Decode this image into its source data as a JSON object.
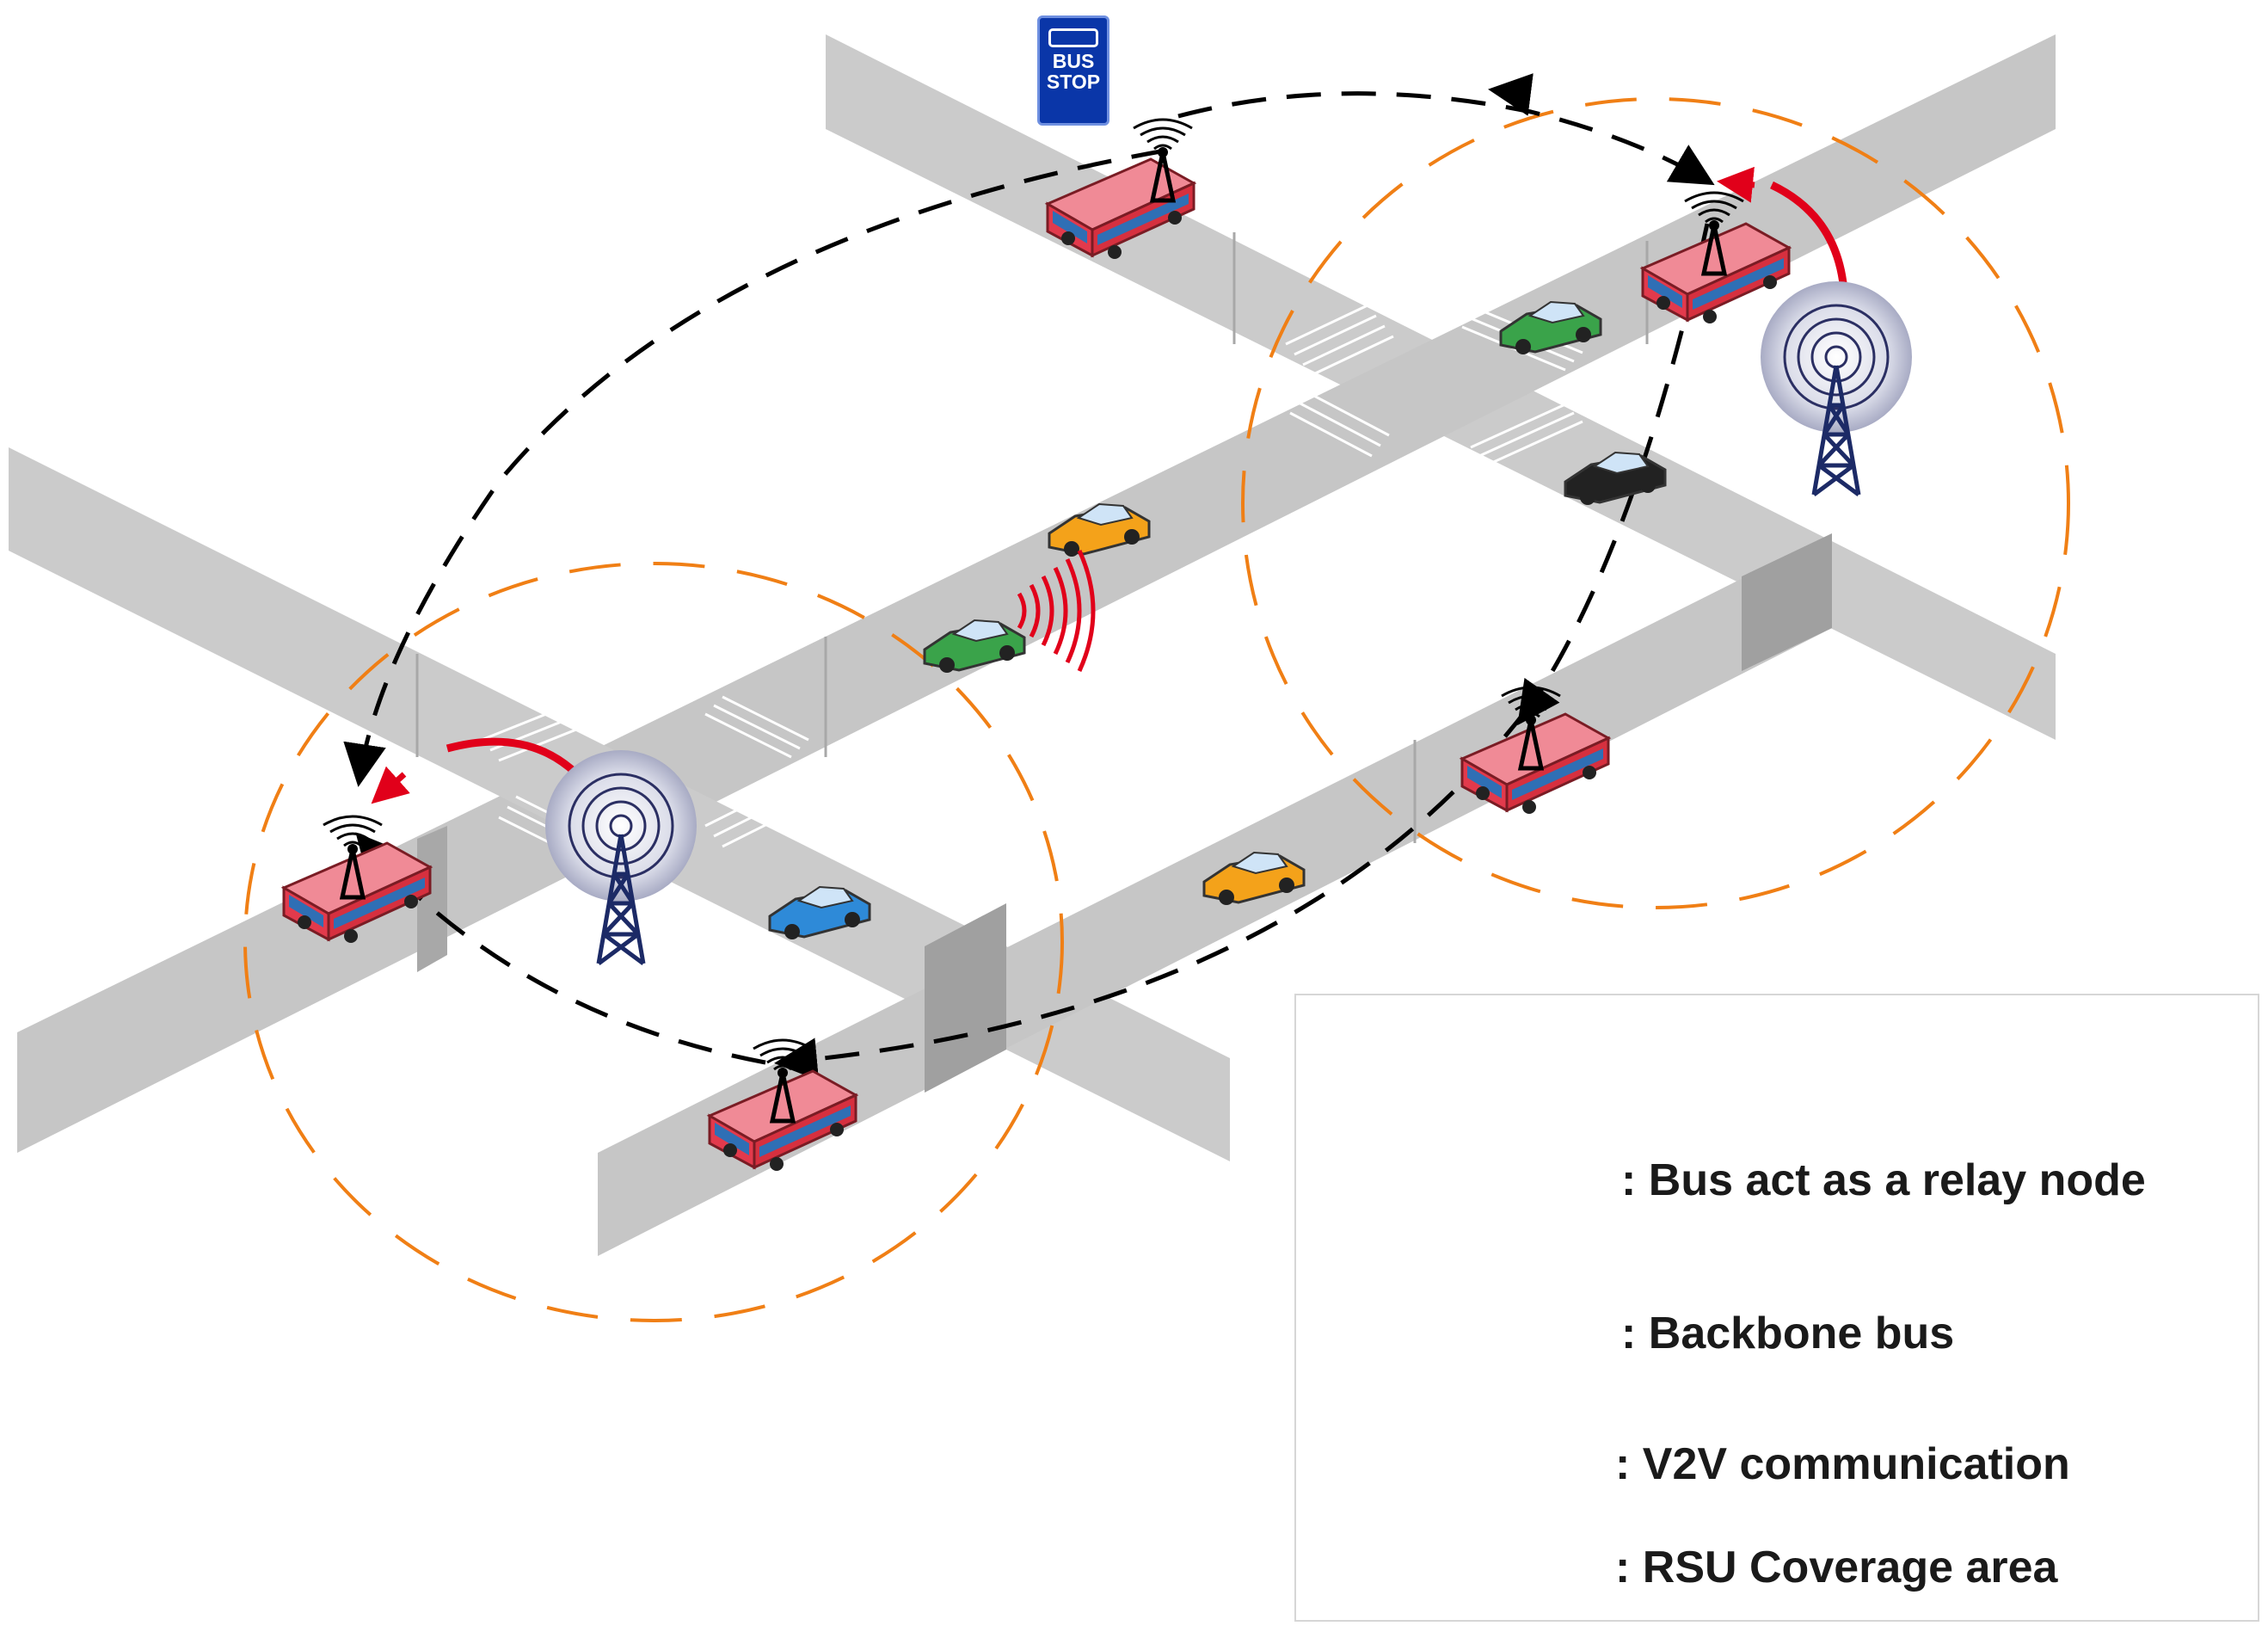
{
  "bus_stop": {
    "line1": "BUS",
    "line2": "STOP"
  },
  "legend": {
    "relay": ": Bus act as a relay node",
    "backbone": ": Backbone bus",
    "v2v": ": V2V communication",
    "coverage": ": RSU Coverage area"
  },
  "colors": {
    "road": "#c8c8c8",
    "road_side": "#9a9a9a",
    "coverage": "#f07f15",
    "signal": "#e1001a",
    "backbone_link": "#000000",
    "tower": "#1c2a66",
    "bus": "#e84d5d",
    "legend_circle": "#1c2a66"
  },
  "icons": [
    "bus-stop-sign-icon",
    "bus-icon",
    "car-icon",
    "rsu-tower-icon",
    "antenna-icon",
    "signal-waves-icon"
  ]
}
